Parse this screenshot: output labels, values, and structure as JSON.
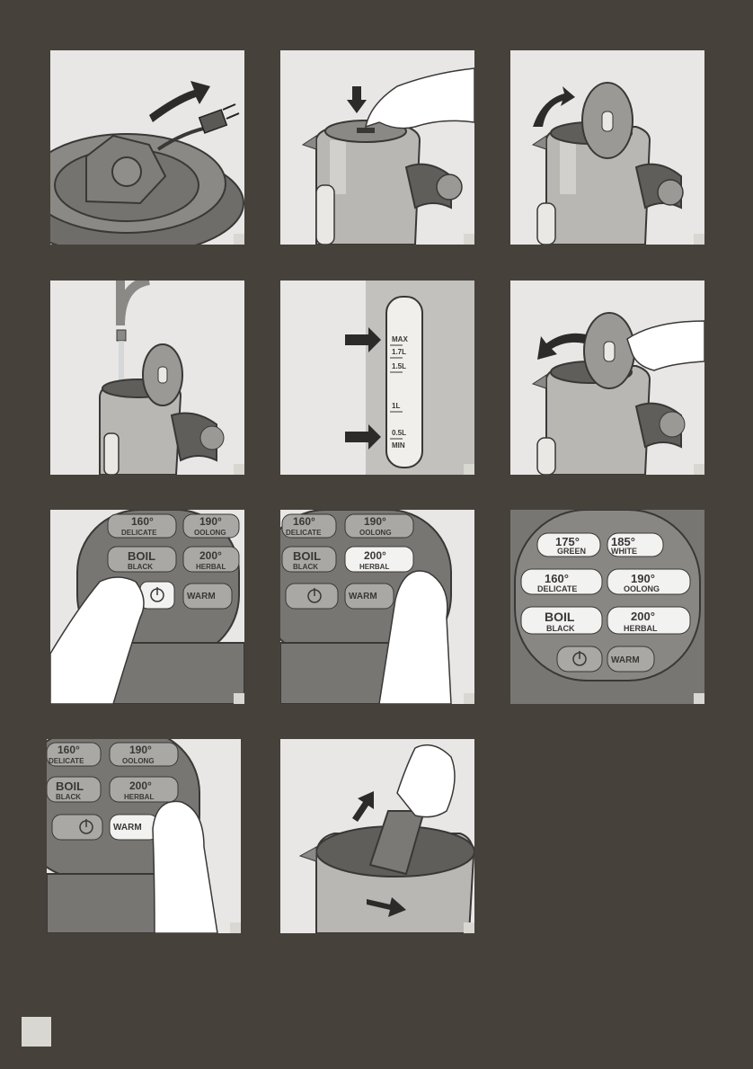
{
  "volume_markings": [
    "MAX",
    "1.7L",
    "1.5L",
    "1L",
    "0.5L",
    "MIN"
  ],
  "buttons": {
    "t160": "160°",
    "t160_name": "DELICATE",
    "t190": "190°",
    "t190_name": "OOLONG",
    "boil": "BOIL",
    "boil_name": "BLACK",
    "t200": "200°",
    "t200_name": "HERBAL",
    "t175": "175°",
    "t175_name": "GREEN",
    "t185": "185°",
    "t185_name": "WHITE",
    "warm": "WARM",
    "power_icon": "power-icon"
  },
  "colors": {
    "background": "#46413a",
    "panel": "#e8e7e5",
    "badge": "#d8d7d2",
    "button": "#f2f2f0",
    "control_panel": "#777673"
  }
}
